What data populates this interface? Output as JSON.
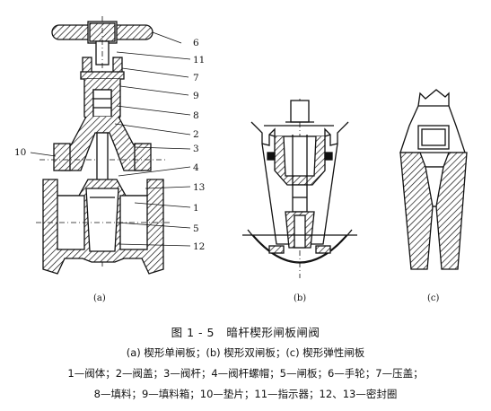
{
  "figure": {
    "number": "图 1 - 5",
    "title": "暗杆楔形闸板闸阀",
    "subcaption": "(a) 楔形单闸板；(b) 楔形双闸板；(c) 楔形弹性闸板",
    "legend_line1": "1—阀体；2—阀盖；3—阀杆；4—阀杆螺帽；5—闸板；6—手轮；7—压盖；",
    "legend_line2": "8—填料；9—填料箱；10—垫片；11—指示器；12、13—密封圈",
    "panels": [
      "(a)",
      "(b)",
      "(c)"
    ],
    "part_labels": [
      "6",
      "11",
      "7",
      "9",
      "8",
      "2",
      "3",
      "4",
      "13",
      "1",
      "5",
      "12",
      "10"
    ]
  }
}
